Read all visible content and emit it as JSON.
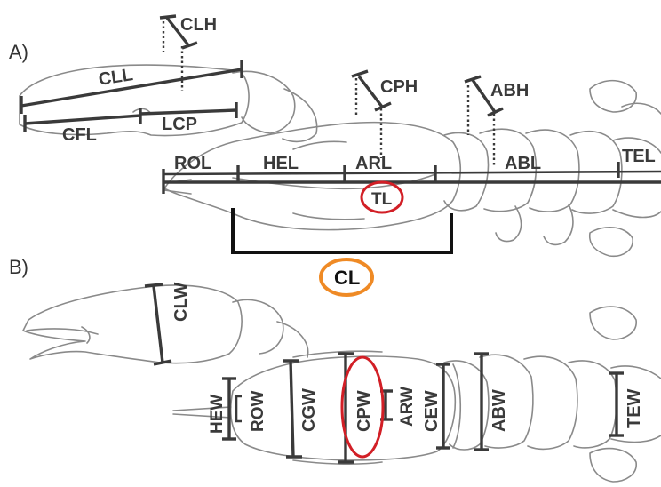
{
  "panels": {
    "a": "A)",
    "b": "B)"
  },
  "panel_a_labels": {
    "clh": "CLH",
    "cll": "CLL",
    "cfl": "CFL",
    "lcp": "LCP",
    "cph": "CPH",
    "abh": "ABH",
    "rol": "ROL",
    "hel": "HEL",
    "arl": "ARL",
    "abl": "ABL",
    "tel": "TEL",
    "tl": "TL",
    "cl": "CL"
  },
  "panel_b_labels": {
    "clw": "CLW",
    "hew": "HEW",
    "row": "ROW",
    "cgw": "CGW",
    "cpw": "CPW",
    "arw": "ARW",
    "cew": "CEW",
    "abw": "ABW",
    "tew": "TEW"
  },
  "colors": {
    "outline": "#8a8a8a",
    "measure": "#3a3a3a",
    "highlight_red": "#d21f26",
    "highlight_orange": "#ef8a25"
  }
}
